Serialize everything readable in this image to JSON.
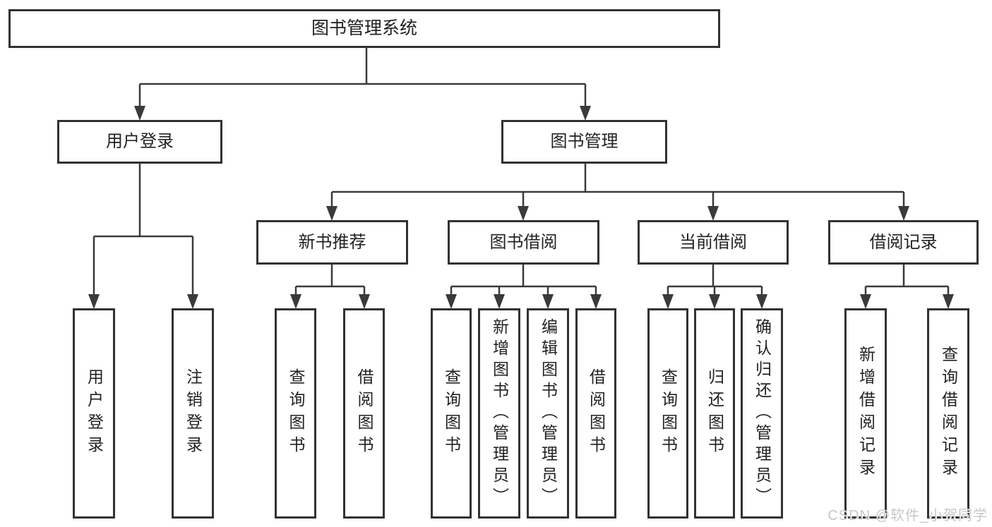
{
  "title": "图书管理系统",
  "nodes": {
    "root": {
      "label": "图书管理系统"
    },
    "level2": [
      {
        "label": "用户登录"
      },
      {
        "label": "图书管理"
      }
    ],
    "mid": [
      {
        "label": "新书推荐"
      },
      {
        "label": "图书借阅"
      },
      {
        "label": "当前借阅"
      },
      {
        "label": "借阅记录"
      }
    ],
    "leaves": {
      "login": [
        "用户登录",
        "注销登录"
      ],
      "recommend": [
        "查询图书",
        "借阅图书"
      ],
      "borrow": [
        "查询图书",
        "新增图书（管理员）",
        "编辑图书（管理员）",
        "借阅图书"
      ],
      "current": [
        "查询图书",
        "归还图书",
        "确认归还（管理员）"
      ],
      "records": [
        "新增借阅记录",
        "查询借阅记录"
      ]
    }
  },
  "watermark": {
    "text": "CSDN @软件_小贺同学"
  },
  "colors": {
    "line": "#3a3a3a",
    "border": "#323232",
    "text": "#222222",
    "watermark": "#c7c7c7",
    "background": "#ffffff"
  }
}
